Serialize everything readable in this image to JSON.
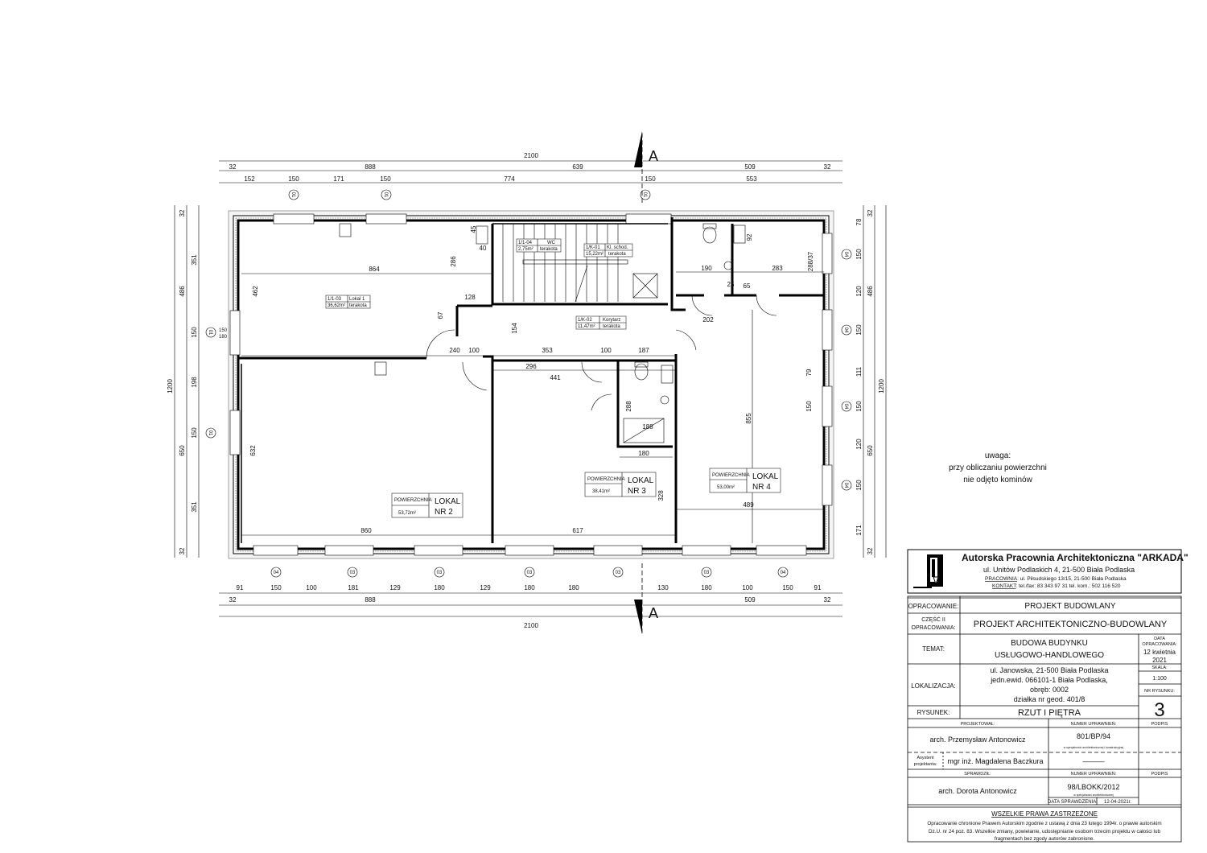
{
  "drawing": {
    "section_label": "A",
    "top_dims": {
      "overall": "2100",
      "row2": [
        "32",
        "888",
        "639",
        "509",
        "32"
      ],
      "row3": [
        "152",
        "150",
        "171",
        "150",
        "774",
        "150",
        "553"
      ]
    },
    "bottom_dims": {
      "row1": [
        "91",
        "150",
        "100",
        "181",
        "129",
        "180",
        "129",
        "180",
        "180",
        "130",
        "180",
        "100",
        "150",
        "91"
      ],
      "row2": [
        "32",
        "888",
        "509",
        "32"
      ],
      "overall": "2100"
    },
    "left_dims": {
      "overall": "1200",
      "row2": [
        "32",
        "486",
        "650",
        "32"
      ],
      "row3": [
        "351",
        "150",
        "198",
        "150",
        "351"
      ]
    },
    "right_dims": {
      "row1": [
        "78",
        "150",
        "120",
        "150",
        "111",
        "150",
        "120",
        "150",
        "171"
      ],
      "row2": [
        "32",
        "486",
        "650",
        "32"
      ],
      "overall": "1200"
    },
    "window_tags": {
      "top": [
        "01",
        "01",
        "01"
      ],
      "bottom": [
        "04",
        "03",
        "03",
        "03",
        "03",
        "03",
        "04"
      ],
      "right": [
        "04",
        "04",
        "04",
        "04"
      ],
      "left": [
        "01",
        "01"
      ],
      "size_w": "150",
      "size_h": "180"
    },
    "interior_dims": [
      "864",
      "462",
      "286",
      "128",
      "67",
      "154",
      "240",
      "100",
      "353",
      "100",
      "187",
      "296",
      "441",
      "632",
      "860",
      "617",
      "328",
      "489",
      "855",
      "190",
      "283",
      "25",
      "65",
      "202",
      "288",
      "188",
      "180",
      "79",
      "150",
      "92",
      "45",
      "40",
      "288/37"
    ],
    "rooms": [
      {
        "id": "1/1-03",
        "name": "Lokal 1",
        "area": "36,62m²",
        "floor": "terakota"
      },
      {
        "id": "1/1-04",
        "name": "WC",
        "area": "2,75m²",
        "floor": "terakota"
      },
      {
        "id": "1/K-01",
        "name": "Kl. schod.",
        "area": "15,22m²",
        "floor": "terakota"
      },
      {
        "id": "1/K-02",
        "name": "Korytarz",
        "area": "11,47m²",
        "floor": "terakota"
      }
    ],
    "units": [
      {
        "label": "POWIERZCHNIA",
        "area": "53,72m²",
        "lokal": "LOKAL",
        "nr": "NR 2"
      },
      {
        "label": "POWIERZCHNIA",
        "area": "38,41m²",
        "lokal": "LOKAL",
        "nr": "NR 3"
      },
      {
        "label": "POWIERZCHNIA",
        "area": "53,00m²",
        "lokal": "LOKAL",
        "nr": "NR 4"
      }
    ],
    "note": [
      "uwaga:",
      "przy obliczaniu powierzchni",
      "nie odjęto kominów"
    ]
  },
  "title_block": {
    "firm": "Autorska Pracownia Architektoniczna \"ARKADA\"",
    "address": "ul. Unitów Podlaskich 4, 21-500 Biała Podlaska",
    "studio_label": "PRACOWNIA",
    "studio": ": ul. Piłsudskiego 13/15,  21-500 Biała Podlaska",
    "contact_label": "KONTAKT",
    "contact": ": tel./fax: 83 343 97 31  tel. kom.: 502 116 520",
    "opracowanie_label": "OPRACOWANIE:",
    "opracowanie": "PROJEKT BUDOWLANY",
    "czesc_label1": "CZĘŚĆ II",
    "czesc_label2": "OPRACOWANIA:",
    "czesc": "PROJEKT ARCHITEKTONICZNO-BUDOWLANY",
    "temat_label": "TEMAT:",
    "temat1": "BUDOWA BUDYNKU",
    "temat2": "USŁUGOWO-HANDLOWEGO",
    "data_label1": "DATA",
    "data_label2": "OPRACOWANIA:",
    "data1": "12 kwietnia",
    "data2": "2021",
    "lok_label": "LOKALIZACJA:",
    "lok1": "ul. Janowska, 21-500 Biała Podlaska",
    "lok2": "jedn.ewid. 066101-1 Biała Podlaska,",
    "lok3": "obręb: 0002",
    "lok4": "działka nr geod. 401/8",
    "skala_label": "SKALA:",
    "skala": "1:100",
    "nr_label": "NR RYSUNKU:",
    "nr": "3",
    "rysunek_label": "RYSUNEK:",
    "rysunek": "RZUT I PIĘTRA",
    "projektowal_label": "PROJEKTOWAŁ:",
    "numer_label": "NUMER UPRAWNIEŃ:",
    "podpis_label": "PODPIS",
    "projektant": "arch. Przemysław Antonowicz",
    "projektant_nr": "801/BP/94",
    "projektant_spec": "w specjalności architektonicznej i konstrukcyjnej",
    "asystent_label1": "Asystent",
    "asystent_label2": "projektanta:",
    "asystent": "mgr inż. Magdalena Baczkura",
    "asystent_nr": "———",
    "sprawdzil_label": "SPRAWDZIŁ:",
    "sprawdzajacy": "arch. Dorota Antonowicz",
    "sprawdzajacy_nr": "98/LBOKK/2012",
    "sprawdzajacy_spec": "w specjalności architektonicznej",
    "data_spr_label": "DATA SPRAWDZENIA:",
    "data_spr": "12-04-2021r.",
    "rights_title": "WSZELKIE PRAWA ZASTRZEŻONE",
    "rights1": "Opracowanie chronione Prawem Autorskim zgodnie z ustawą z dnia 23 lutego 1994r. o prawie autorskim",
    "rights2": "Dz.U. nr 24 poz. 83. Wszelkie zmiany, powielanie, udostępnianie osobom trzecim projektu w całości lub",
    "rights3": "fragmentach bez zgody autorów zabronione."
  }
}
